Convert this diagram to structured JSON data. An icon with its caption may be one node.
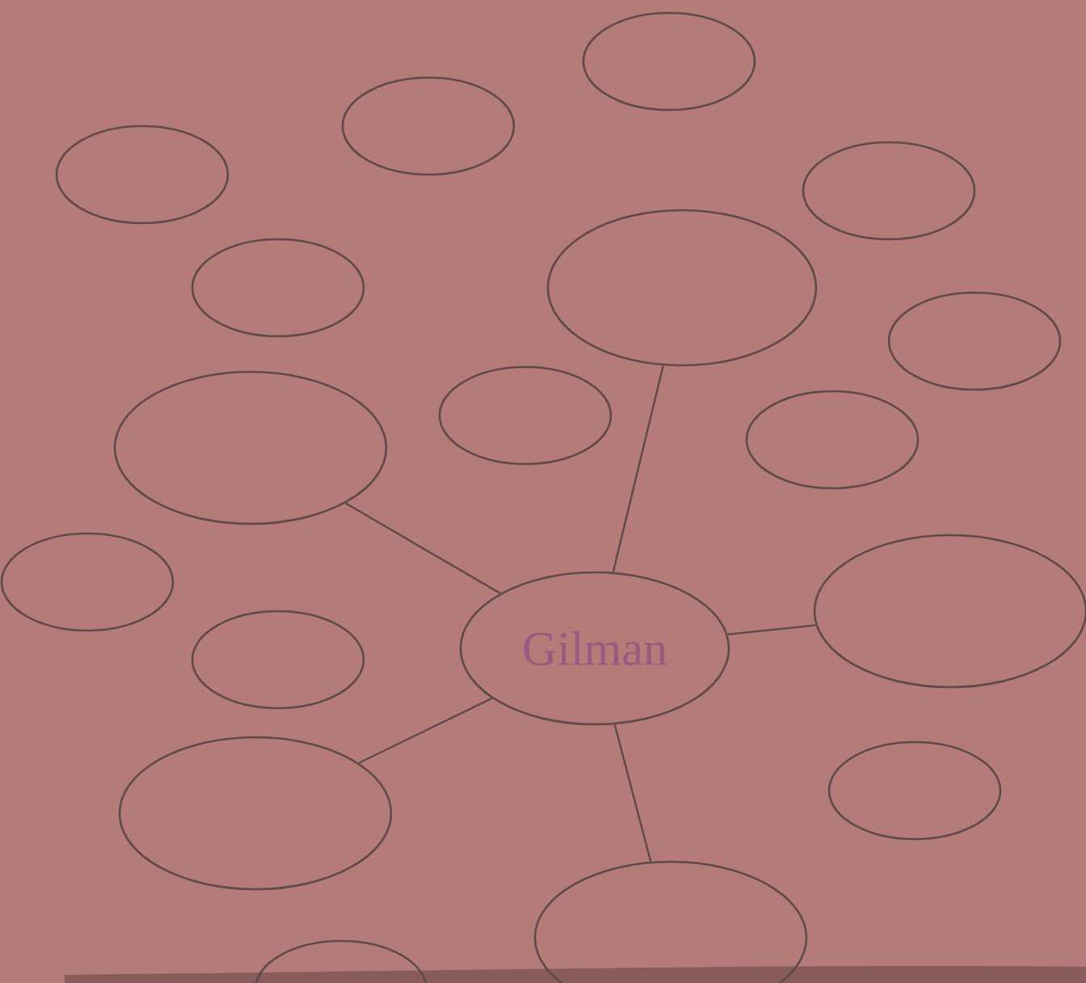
{
  "diagram": {
    "nodes": [
      {
        "text": [],
        "shape": "ellipse"
      },
      {
        "text": [],
        "shape": "ellipse"
      },
      {
        "text": [],
        "shape": "ellipse"
      },
      {
        "text": [],
        "shape": "ellipse"
      },
      {
        "text": [],
        "shape": "ellipse"
      },
      {
        "text": [],
        "shape": "ellipse"
      },
      {
        "text": [],
        "shape": "ellipse"
      },
      {
        "text": [],
        "shape": "ellipse"
      },
      {
        "text": [],
        "shape": "ellipse"
      },
      {
        "text": [],
        "shape": "ellipse"
      },
      {
        "text": [],
        "shape": "ellipse"
      },
      {
        "text": [],
        "shape": "ellipse"
      },
      {
        "text": [
          "Gilman"
        ]
      },
      {
        "text": [],
        "shape": "ellipse"
      },
      {
        "text": [],
        "shape": "ellipse"
      },
      {
        "text": [],
        "shape": "ellipse"
      },
      {
        "text": [],
        "shape": "ellipse"
      },
      {
        "text": [],
        "shape": "ellipse"
      }
    ],
    "edges": [
      {
        "from": 12,
        "to": 5,
        "arrow": "none"
      },
      {
        "from": 12,
        "to": 9,
        "arrow": "none"
      },
      {
        "from": 12,
        "to": 11,
        "arrow": "none"
      },
      {
        "from": 12,
        "to": 15,
        "arrow": "none"
      },
      {
        "from": 12,
        "to": 16,
        "arrow": "none"
      }
    ]
  }
}
